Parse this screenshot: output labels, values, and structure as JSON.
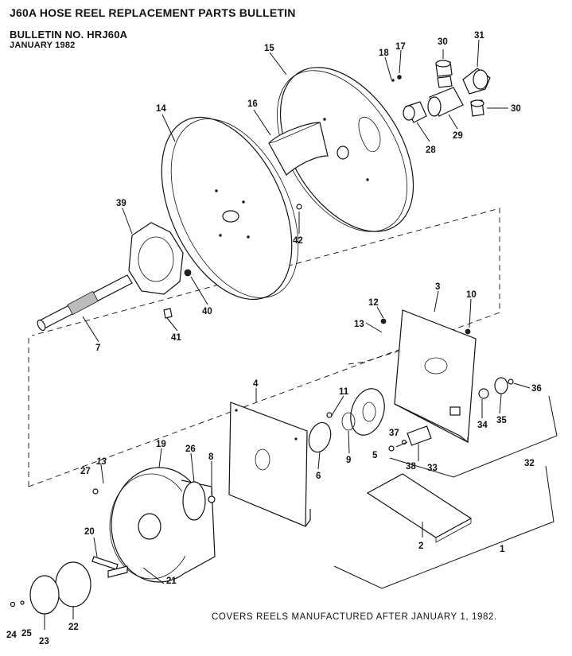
{
  "header": {
    "title": "J60A HOSE REEL REPLACEMENT PARTS BULLETIN",
    "bulletin_no": "BULLETIN NO. HRJ60A",
    "date": "JANUARY 1982"
  },
  "footer_note": "COVERS REELS MANUFACTURED AFTER JANUARY 1, 1982.",
  "part_labels": {
    "p1": "1",
    "p2": "2",
    "p3": "3",
    "p4": "4",
    "p5": "5",
    "p6": "6",
    "p7": "7",
    "p8": "8",
    "p9": "9",
    "p10": "10",
    "p11": "11",
    "p12": "12",
    "p13a": "13",
    "p13b": "13",
    "p14": "14",
    "p15": "15",
    "p16": "16",
    "p17": "17",
    "p18": "18",
    "p19": "19",
    "p20": "20",
    "p21": "21",
    "p22": "22",
    "p23": "23",
    "p24": "24",
    "p25": "25",
    "p26": "26",
    "p27": "27",
    "p28": "28",
    "p29": "29",
    "p30a": "30",
    "p30b": "30",
    "p31": "31",
    "p32": "32",
    "p33": "33",
    "p34": "34",
    "p35": "35",
    "p36": "36",
    "p37": "37",
    "p38": "38",
    "p39": "39",
    "p40": "40",
    "p41": "41",
    "p42": "42"
  }
}
